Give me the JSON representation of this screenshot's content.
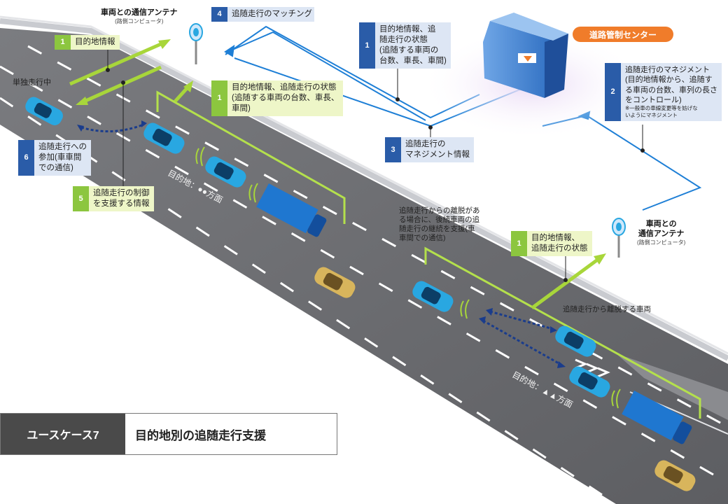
{
  "antenna_top": {
    "title": "車両との通信アンテナ",
    "sub": "(路側コンピュータ)"
  },
  "antenna_right": {
    "title1": "車両との",
    "title2": "通信アンテナ",
    "sub": "(路側コンピュータ)"
  },
  "center_name": "道路管制センター",
  "callouts": [
    {
      "num": "1",
      "lines": [
        "目的地情報"
      ]
    },
    {
      "num": "4",
      "lines": [
        "追随走行のマッチング"
      ]
    },
    {
      "num": "1",
      "lines": [
        "目的地情報、追",
        "随走行の状態",
        "(追随する車両の",
        "台数、車長、車間)"
      ]
    },
    {
      "num": "1",
      "lines": [
        "目的地情報、追随走行の状態",
        "(追随する車両の台数、車長、",
        "車間)"
      ]
    },
    {
      "num": "2",
      "lines": [
        "追随走行のマネジメント",
        "(目的地情報から、追随す",
        "る車両の台数、車列の長さ",
        "をコントロール)"
      ],
      "note1": "※一般車の車線変更等を妨げな",
      "note2": "いようにマネジメント"
    },
    {
      "num": "3",
      "lines": [
        "追随走行の",
        "マネジメント情報"
      ]
    },
    {
      "num": "6",
      "lines": [
        "追随走行への",
        "参加(車車間",
        "での通信)"
      ]
    },
    {
      "num": "5",
      "lines": [
        "追随走行の制御",
        "を支援する情報"
      ]
    },
    {
      "num": "1",
      "lines": [
        "目的地情報、",
        "追随走行の状態"
      ]
    }
  ],
  "labels": {
    "single": "単独走行中",
    "dest1": "目的地：●●方面",
    "dest2": "目的地：▲▲方面",
    "leave_note": [
      "追随走行からの離脱があ",
      "る場合に、後続車両の追",
      "随走行の継続を支援(車",
      "車間での通信)"
    ],
    "leaving": "追随走行から離脱する車両"
  },
  "usecase": {
    "tag": "ユースケース7",
    "title": "目的地別の追随走行支援"
  },
  "colors": {
    "road": "#6e6f73",
    "lane": "#ffffff",
    "green": "#8cc63f",
    "navy": "#2a5ca8",
    "line": "#1e7fd6",
    "orange": "#f07c2a",
    "blue_car": "#29a7e1",
    "gold_car": "#d8b55c",
    "truck": "#1f77d0"
  }
}
